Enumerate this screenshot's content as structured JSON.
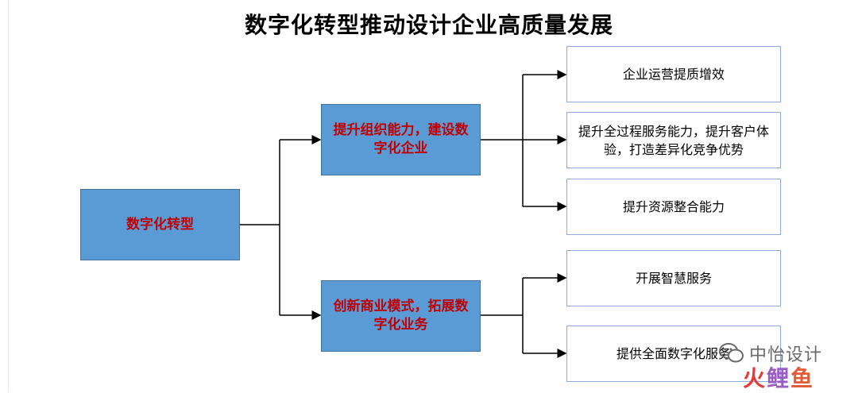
{
  "title": "数字化转型推动设计企业高质量发展",
  "root": {
    "label": "数字化转型"
  },
  "branches": [
    {
      "label": "提升组织能力，建设数字化企业",
      "leaves": [
        "企业运营提质增效",
        "提升全过程服务能力，提升客户体验，打造差异化竞争优势",
        "提升资源整合能力"
      ]
    },
    {
      "label": "创新商业模式，拓展数字化业务",
      "leaves": [
        "开展智慧服务",
        "提供全面数字化服务"
      ]
    }
  ],
  "watermark": {
    "text": "中怡设计",
    "logo": [
      "火",
      "鲤",
      "鱼"
    ],
    "icon": "wechat-icon"
  },
  "colors": {
    "box_fill": "#5b9bd5",
    "box_text": "#c00000",
    "leaf_border": "#8eaadb"
  }
}
